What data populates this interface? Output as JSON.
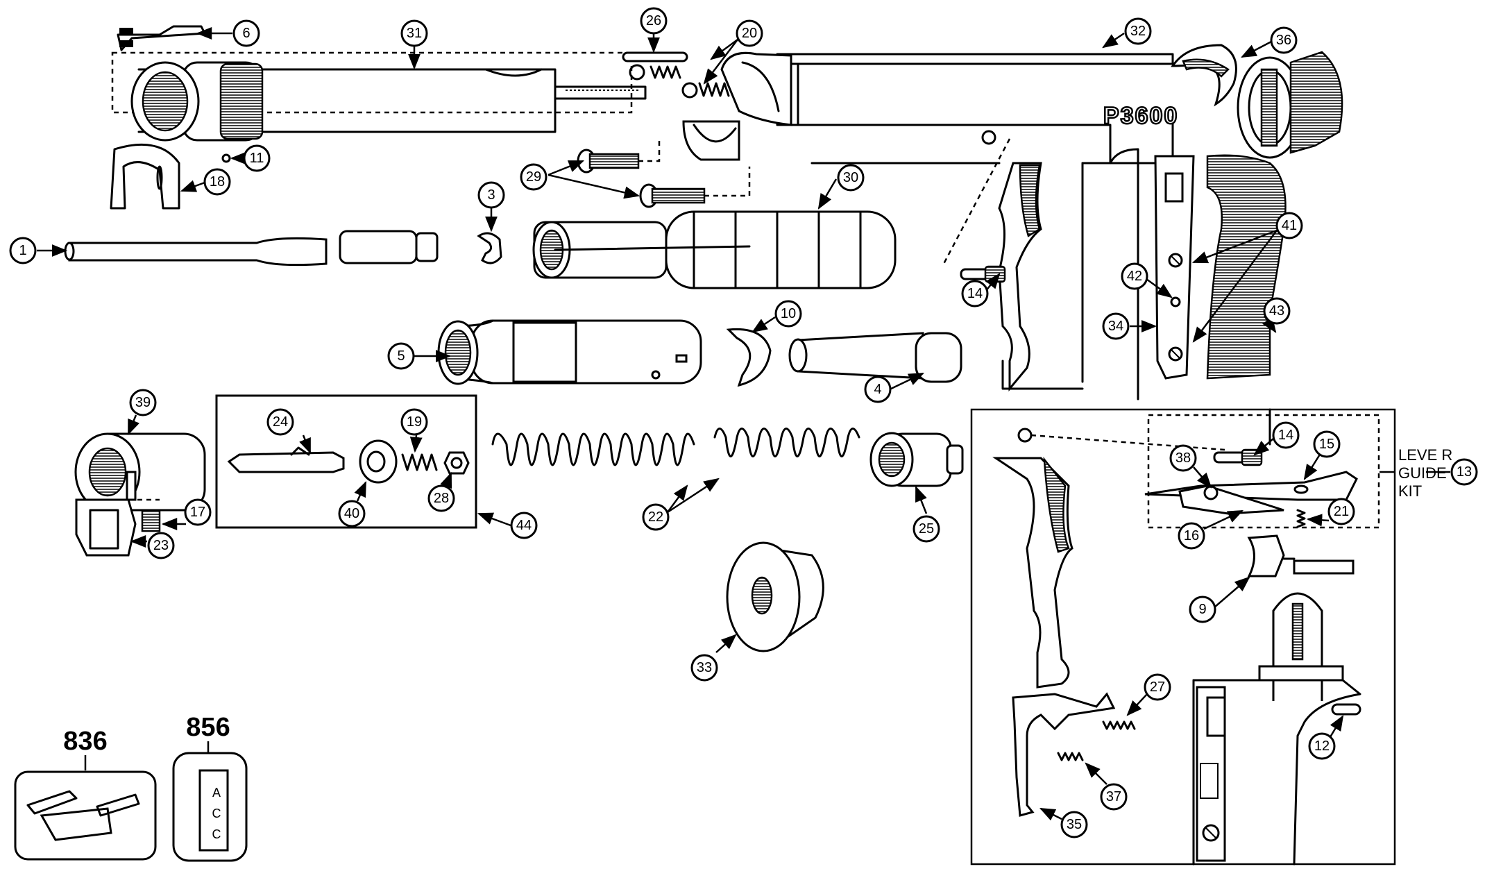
{
  "model_logo": "P3600",
  "kit_label": [
    "LEVE R",
    "GUIDE",
    "KIT"
  ],
  "accessory_labels": {
    "case": "836",
    "accessory_pack": "856",
    "pack_letters": [
      "A",
      "C",
      "C"
    ]
  },
  "callouts": [
    "1",
    "3",
    "4",
    "5",
    "6",
    "9",
    "10",
    "11",
    "12",
    "13",
    "14",
    "14",
    "15",
    "16",
    "17",
    "18",
    "19",
    "20",
    "21",
    "22",
    "23",
    "24",
    "25",
    "26",
    "27",
    "28",
    "29",
    "30",
    "31",
    "32",
    "33",
    "34",
    "35",
    "36",
    "37",
    "38",
    "39",
    "40",
    "41",
    "42",
    "43",
    "44"
  ]
}
